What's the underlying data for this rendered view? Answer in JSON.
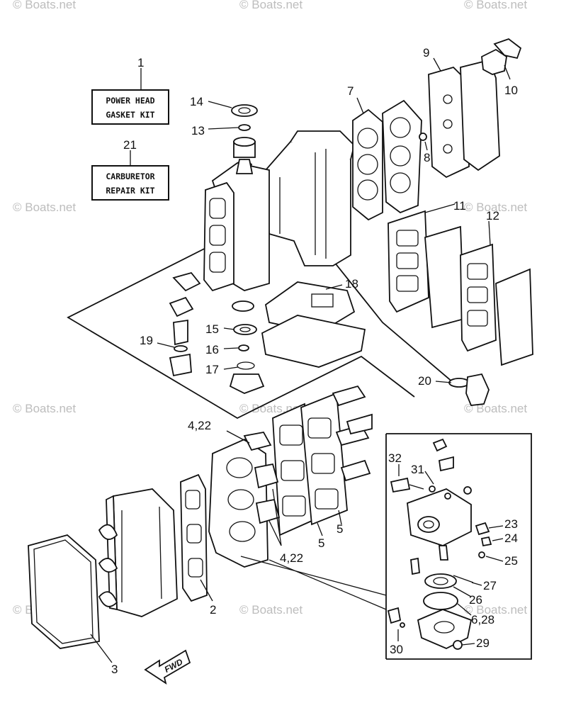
{
  "watermark": "© Boats.net",
  "kits": {
    "power_head": {
      "number": "1",
      "line1": "POWER HEAD",
      "line2": "GASKET KIT"
    },
    "carburetor": {
      "number": "21",
      "line1": "CARBURETOR",
      "line2": "REPAIR KIT"
    }
  },
  "callouts": {
    "p2": "2",
    "p3": "3",
    "p4_22a": "4,22",
    "p4_22b": "4,22",
    "p5a": "5",
    "p5b": "5",
    "p6_28": "6,28",
    "p7": "7",
    "p8": "8",
    "p9": "9",
    "p10": "10",
    "p11": "11",
    "p12": "12",
    "p13": "13",
    "p14": "14",
    "p15": "15",
    "p16": "16",
    "p17": "17",
    "p18": "18",
    "p19": "19",
    "p20": "20",
    "p23": "23",
    "p24": "24",
    "p25": "25",
    "p26": "26",
    "p27": "27",
    "p29": "29",
    "p30": "30",
    "p31": "31",
    "p32": "32"
  },
  "fwd_label": "FWD"
}
